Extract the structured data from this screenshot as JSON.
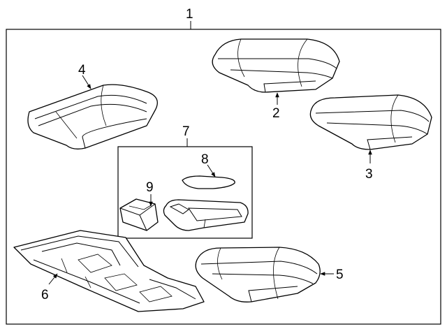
{
  "callouts": {
    "c1": "1",
    "c2": "2",
    "c3": "3",
    "c4": "4",
    "c5": "5",
    "c6": "6",
    "c7": "7",
    "c8": "8",
    "c9": "9"
  },
  "colors": {
    "stroke": "#000000",
    "background": "#ffffff"
  }
}
